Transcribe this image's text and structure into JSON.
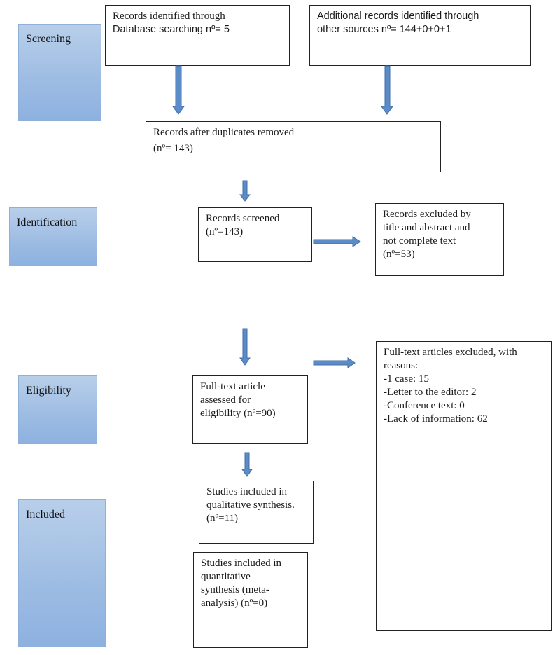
{
  "stages": {
    "screening": "Screening",
    "identification": "Identification",
    "eligibility": "Eligibility",
    "included": "Included"
  },
  "boxes": {
    "db_search": {
      "line1": "Records identified through",
      "line2": "Database searching nº= 5"
    },
    "other_sources": {
      "line1": "Additional records identified through",
      "line2": "other sources nº= 144+0+0+1"
    },
    "duplicates_removed": {
      "line1": "Records after duplicates removed",
      "line2": "(nº= 143)"
    },
    "screened": {
      "line1": "Records screened",
      "line2": "(nº=143)"
    },
    "excluded_title": {
      "line1": "Records excluded by",
      "line2": "title and abstract and",
      "line3": "not complete text",
      "line4": "(nº=53)"
    },
    "fulltext_excluded": {
      "line1": "Full-text articles excluded, with",
      "line2": "reasons:",
      "line3": "-1 case: 15",
      "line4": "-Letter to the editor: 2",
      "line5": "-Conference text: 0",
      "line6": "-Lack of information: 62"
    },
    "fulltext_assessed": {
      "line1": "Full-text article",
      "line2": "assessed for",
      "line3": "eligibility (nº=90)"
    },
    "qualitative": {
      "line1": "Studies included in",
      "line2": "qualitative synthesis.",
      "line3": "(nº=11)"
    },
    "quantitative": {
      "line1": "Studies included in",
      "line2": "quantitative",
      "line3": "synthesis (meta-",
      "line4": "analysis) (nº=0)"
    }
  },
  "colors": {
    "arrow_fill": "#5b8cc7",
    "arrow_stroke": "#3f6fa8",
    "stage_fill": "#9fbde3"
  }
}
